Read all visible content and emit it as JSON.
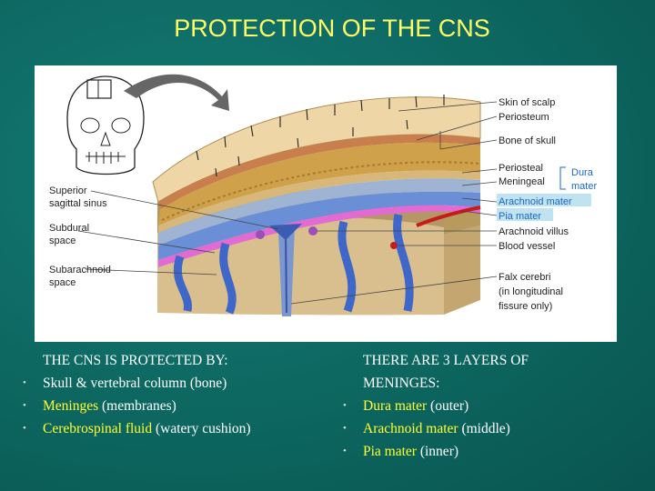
{
  "title": "PROTECTION OF THE CNS",
  "figure": {
    "left_labels": [
      "Superior",
      "sagittal sinus",
      "Subdural",
      "space",
      "Subarachnoid",
      "space"
    ],
    "right_labels": {
      "skin": "Skin of scalp",
      "periosteum": "Periosteum",
      "bone": "Bone of skull",
      "periosteal": "Periosteal",
      "meningeal": "Meningeal",
      "dura": [
        "Dura",
        "mater"
      ],
      "arachnoid": "Arachnoid mater",
      "pia": "Pia mater",
      "villus": "Arachnoid villus",
      "vessel": "Blood vessel",
      "falx": [
        "Falx cerebri",
        "(in longitudinal",
        "fissure only)"
      ]
    },
    "colors": {
      "skin": "#e9cf9f",
      "bone": "#c59a45",
      "dura": "#9fb3d2",
      "pia": "#e16ad3",
      "brain": "#d9bf8d",
      "vessel": "#c61b1b"
    }
  },
  "left_column": {
    "heading": "THE CNS IS PROTECTED BY:",
    "items": [
      {
        "highlight": "",
        "text": "Skull & vertebral column (bone)"
      },
      {
        "highlight": "Meninges",
        "text": " (membranes)"
      },
      {
        "highlight": "Cerebrospinal fluid",
        "text": "  (watery cushion)"
      }
    ]
  },
  "right_column": {
    "heading": [
      "THERE ARE 3 LAYERS OF",
      "MENINGES:"
    ],
    "items": [
      {
        "highlight": "Dura mater",
        "text": " (outer)"
      },
      {
        "highlight": "Arachnoid mater",
        "text": " (middle)"
      },
      {
        "highlight": "Pia mater",
        "text": " (inner)"
      }
    ]
  },
  "bullet": "•"
}
